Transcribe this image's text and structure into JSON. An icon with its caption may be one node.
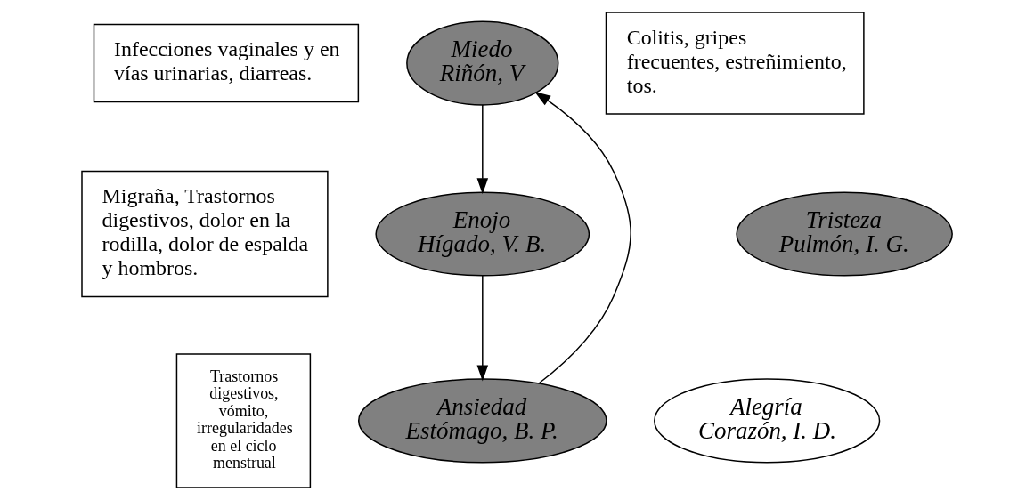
{
  "diagram": {
    "nodes": [
      {
        "text": [
          "Migraña, Trastornos digestivos, dolor en la rodilla, dolor de espalda y hombros."
        ]
      },
      {
        "text": [
          "Trastornos digestivos, vómito, irregularidades en el ciclo menstrual"
        ]
      },
      {
        "text": [
          "Infecciones vaginales y en vías urinarias, diarreas."
        ]
      },
      {
        "text": [
          "Enojo",
          "Hígado, V. B."
        ]
      },
      {
        "text": [
          "Miedo",
          "Riñón, V"
        ]
      },
      {
        "text": [
          "Alegría",
          "Corazón, I. D."
        ]
      },
      {
        "text": [
          "Colitis, gripes frecuentes, estreñimiento, tos."
        ]
      },
      {
        "text": [
          "Tristeza",
          "Pulmón, I. G."
        ]
      },
      {
        "text": [
          "Ansiedad",
          "Estómago, B. P."
        ]
      }
    ],
    "edges": [
      {
        "from": 4,
        "to": 3,
        "arrow": "to"
      },
      {
        "from": 3,
        "to": 8,
        "arrow": "to"
      },
      {
        "from": 8,
        "to": 4,
        "arrow": "to"
      }
    ]
  }
}
